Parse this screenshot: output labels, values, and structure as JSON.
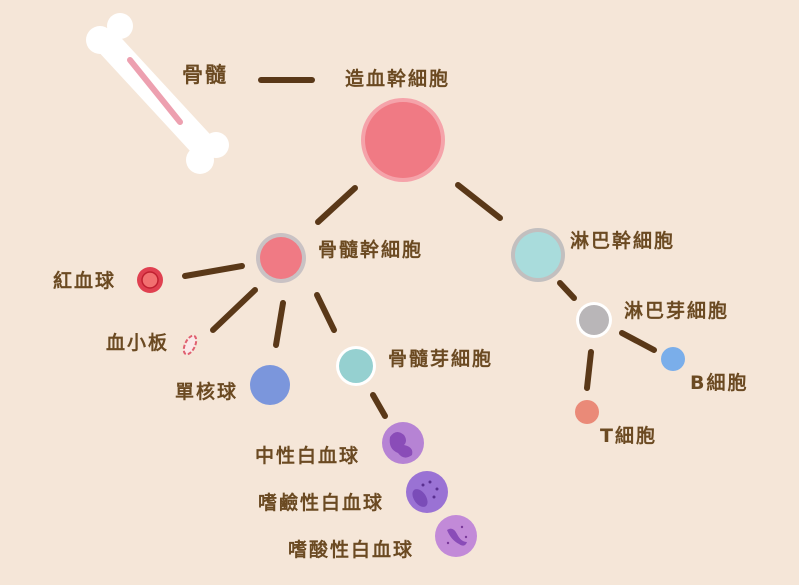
{
  "labels": {
    "bone_marrow": "骨髓",
    "hematopoietic_stem_cell": "造血幹細胞",
    "myeloid_stem_cell": "骨髓幹細胞",
    "lymphoid_stem_cell": "淋巴幹細胞",
    "red_blood_cell": "紅血球",
    "platelet": "血小板",
    "monocyte": "單核球",
    "myeloblast": "骨髓芽細胞",
    "neutrophil": "中性白血球",
    "basophil": "嗜鹼性白血球",
    "eosinophil": "嗜酸性白血球",
    "lymphoblast": "淋巴芽細胞",
    "b_cell": "B細胞",
    "t_cell": "T細胞"
  },
  "colors": {
    "background": "#f5e6d8",
    "text": "#6b4a22",
    "line": "#5a3818",
    "stem": "#f07a84",
    "lymph": "#a9dcdc",
    "monocyte": "#7b96dc",
    "granulocyte": "#b07ad0"
  }
}
